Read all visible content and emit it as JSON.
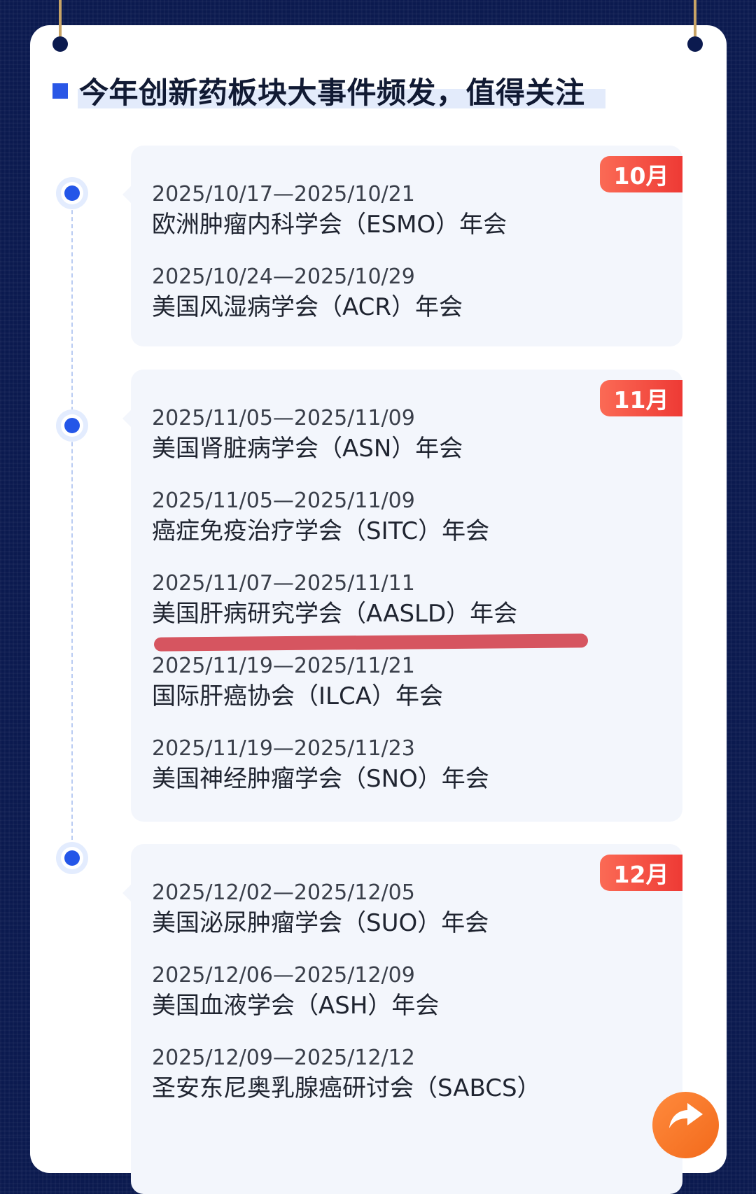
{
  "header": {
    "title": "今年创新药板块大事件频发，值得关注"
  },
  "colors": {
    "background": "#0b1a4f",
    "accent_blue": "#2456e8",
    "badge_red": "#ee3a35",
    "card_bg": "#f3f6fc",
    "underline_red": "#d44653",
    "fab_orange": "#f26a1b"
  },
  "months": [
    {
      "label": "10月",
      "events": [
        {
          "date": "2025/10/17—2025/10/21",
          "name": "欧洲肿瘤内科学会（ESMO）年会"
        },
        {
          "date": "2025/10/24—2025/10/29",
          "name": "美国风湿病学会（ACR）年会"
        }
      ]
    },
    {
      "label": "11月",
      "events": [
        {
          "date": "2025/11/05—2025/11/09",
          "name": "美国肾脏病学会（ASN）年会"
        },
        {
          "date": "2025/11/05—2025/11/09",
          "name": "癌症免疫治疗学会（SITC）年会"
        },
        {
          "date": "2025/11/07—2025/11/11",
          "name": "美国肝病研究学会（AASLD）年会"
        },
        {
          "date": "2025/11/19—2025/11/21",
          "name": "国际肝癌协会（ILCA）年会"
        },
        {
          "date": "2025/11/19—2025/11/23",
          "name": "美国神经肿瘤学会（SNO）年会"
        }
      ]
    },
    {
      "label": "12月",
      "events": [
        {
          "date": "2025/12/02—2025/12/05",
          "name": "美国泌尿肿瘤学会（SUO）年会"
        },
        {
          "date": "2025/12/06—2025/12/09",
          "name": "美国血液学会（ASH）年会"
        },
        {
          "date": "2025/12/09—2025/12/12",
          "name": "圣安东尼奥乳腺癌研讨会（SABCS）"
        }
      ]
    }
  ],
  "icons": {
    "share": "share-arrow-icon"
  }
}
